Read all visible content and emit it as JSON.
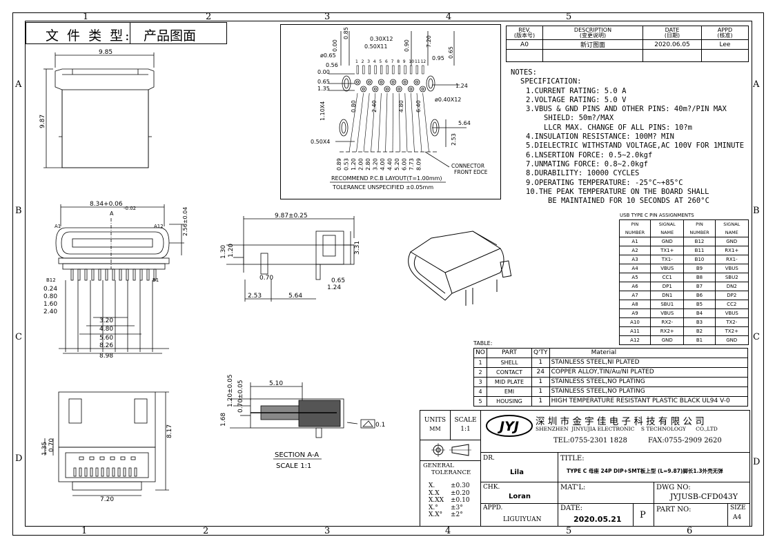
{
  "header": {
    "doc_type_label": "文 件 类 型:",
    "doc_type_value": "产品图面"
  },
  "zones": {
    "top": [
      "1",
      "2",
      "3",
      "4",
      "5"
    ],
    "bottom": [
      "1",
      "2",
      "3",
      "4",
      "5",
      "6"
    ],
    "left": [
      "A",
      "B",
      "C",
      "D"
    ],
    "right": [
      "A",
      "B",
      "C",
      "D"
    ]
  },
  "revision": {
    "headers": [
      "REV.\n(版本号)",
      "DESCRIPTION\n(变更说明)",
      "DATE\n(日期)",
      "APPD\n(核准)"
    ],
    "h_rev": "REV.",
    "h_rev_cn": "(版本号)",
    "h_desc": "DESCRIPTION",
    "h_desc_cn": "(变更说明)",
    "h_date": "DATE",
    "h_date_cn": "(日期)",
    "h_appd": "APPD",
    "h_appd_cn": "(核准)",
    "rev": "A0",
    "desc": "新订图面",
    "date": "2020.06.05",
    "appd": "Lee"
  },
  "notes": {
    "title": "NOTES:",
    "spec": "SPECIFICATION:",
    "lines": [
      "1.CURRENT RATING: 5.0 A",
      "2.VOLTAGE RATING: 5.0 V",
      "3.VBUS & GND PINS AND OTHER PINS: 40m?/PIN MAX",
      "SHIELD: 50m?/MAX",
      "LLCR MAX. CHANGE OF ALL PINS: 10?m",
      "4.INSULATION RESISTANCE:  100M? MIN",
      "5.DIELECTRIC WITHSTAND VOLTAGE,AC 100V FOR 1MINUTE",
      "6.LNSERTION FORCE: 0.5~2.0kgf",
      "7.UNMATING FORCE: 0.8~2.0kgf",
      "8.DURABILITY: 10000 CYCLES",
      "9.OPERATING TEMPERATURE: -25°C~+85°C",
      "10.THE PEAK TEMPERATURE ON THE BOARD SHALL",
      "BE MAINTAINED FOR 10 SECONDS AT 260°C"
    ]
  },
  "pin_table": {
    "title": "USB TYPE C PIN ASSIGNMENTS",
    "headers": [
      "PIN NUMBER",
      "SIGNAL NAME",
      "PIN NUMBER",
      "SIGNAL NAME"
    ],
    "rows": [
      [
        "A1",
        "GND",
        "B12",
        "GND"
      ],
      [
        "A2",
        "TX1+",
        "B11",
        "RX1+"
      ],
      [
        "A3",
        "TX1-",
        "B10",
        "RX1-"
      ],
      [
        "A4",
        "VBUS",
        "B9",
        "VBUS"
      ],
      [
        "A5",
        "CC1",
        "B8",
        "SBU2"
      ],
      [
        "A6",
        "DP1",
        "B7",
        "DN2"
      ],
      [
        "A7",
        "DN1",
        "B6",
        "DP2"
      ],
      [
        "A8",
        "SBU1",
        "B5",
        "CC2"
      ],
      [
        "A9",
        "VBUS",
        "B4",
        "VBUS"
      ],
      [
        "A10",
        "RX2-",
        "B3",
        "TX2-"
      ],
      [
        "A11",
        "RX2+",
        "B2",
        "TX2+"
      ],
      [
        "A12",
        "GND",
        "B1",
        "GND"
      ]
    ]
  },
  "material_table": {
    "label": "TABLE:",
    "headers": [
      "NO",
      "PART",
      "Q'TY",
      "Material"
    ],
    "rows": [
      [
        "1",
        "SHELL",
        "1",
        "STAINLESS STEEL,NI PLATED"
      ],
      [
        "2",
        "CONTACT",
        "24",
        "COPPER ALLOY,TIN/Au/NI PLATED"
      ],
      [
        "3",
        "MID PLATE",
        "1",
        "STAINLESS STEEL,NO PLATING"
      ],
      [
        "4",
        "EMI",
        "1",
        "STAINLESS STEEL,NO PLATING"
      ],
      [
        "5",
        "HOUSING",
        "1",
        "HIGH TEMPERATURE RESISTANT PLASTIC BLACK UL94 V-0"
      ]
    ]
  },
  "title_block": {
    "units_label": "UNITS",
    "units_value": "MM",
    "scale_label": "SCALE",
    "scale_value": "1:1",
    "logo": "JYJ",
    "company_cn": "深 圳 市 金 宇 佳 电 子 科 技 有 限 公 司",
    "company_en": "SHENZHEN  JINYUJIA ELECTRONIC    S TECHNOLOGY      CO.,LTD",
    "tel": "TEL:0755-2301 1828",
    "fax": "FAX:0755-2909 2620",
    "dr_label": "DR.",
    "dr": "Lila",
    "title_label": "TITLE:",
    "title": "TYPE C 母座 24P DIP+SMT板上型 (L=9.87)脚长1.3外壳无弹",
    "gen_tol": "GENERAL",
    "gen_tol2": "TOLERANCE",
    "tolerances": [
      [
        "X.",
        "±0.30"
      ],
      [
        "X.X",
        "±0.20"
      ],
      [
        "X.XX",
        "±0.10"
      ],
      [
        "X.°",
        "±3°"
      ],
      [
        "X.X°",
        "±2°"
      ]
    ],
    "chk_label": "CHK.",
    "chk": "Loran",
    "mat_label": "MAT'L:",
    "dwg_label": "DWG NO:",
    "dwg": "JYJUSB-CFD043Y",
    "appd_label": "APPD.",
    "appd": "LIGUIYUAN",
    "date_label": "DATE:",
    "date": "2020.05.21",
    "p": "P",
    "part_label": "PART NO:",
    "size_label": "SIZE",
    "size": "A4"
  },
  "pcb": {
    "caption1": "RECOMMEND P.C.B LAYOUT(T=1.00mm)",
    "caption2": "TOLERANCE  UNSPECIFIED  ±0.05mm",
    "connector_note1": "CONNECTOR",
    "connector_note2": "FRONT EDCE",
    "dims_top": [
      "0.00",
      "0.85",
      "0.30X12",
      "0.50X11",
      "0.90",
      "7.20",
      "0.95",
      "0.65"
    ],
    "dims_left": [
      "ø0.65",
      "0.56",
      "0.00",
      "0.65",
      "1.35",
      "1.10X4",
      "0.50X4"
    ],
    "dims_mid": [
      "0.80",
      "2.40",
      "4.80",
      "6.40",
      "ø0.40X12",
      "1.24",
      "5.64",
      "2.53"
    ],
    "dims_bottom": [
      "0.89",
      "0.53",
      "1.20",
      "2.00",
      "2.80",
      "3.20",
      "4.00",
      "4.40",
      "5.20",
      "6.00",
      "7.73",
      "8.09"
    ],
    "pin_numbers": [
      "1",
      "2",
      "3",
      "4",
      "5",
      "6",
      "7",
      "8",
      "9",
      "10",
      "11",
      "12"
    ]
  },
  "front_view": {
    "dims": [
      "9.85",
      "9.87"
    ]
  },
  "pin_view": {
    "dims": [
      "8.34+0.06",
      "-0.02",
      "2.56±0.04",
      "A",
      "A1",
      "A12",
      "B12",
      "B1",
      "0.24",
      "0.80",
      "1.60",
      "2.40",
      "3.20",
      "4.80",
      "5.60",
      "8.26",
      "8.98"
    ]
  },
  "side_view": {
    "dims": [
      "9.87±0.25",
      "1.30",
      "1.20",
      "3.31",
      "0.70",
      "0.65",
      "1.24",
      "2.53",
      "5.64"
    ]
  },
  "section_view": {
    "dims": [
      "5.10",
      "1.68",
      "1.20±0.05",
      "0.70±0.05",
      "0.1"
    ],
    "caption": "SECTION A-A",
    "scale": "SCALE 1:1"
  },
  "bottom_view": {
    "dims": [
      "1.35",
      "0.70",
      "8.17",
      "7.20"
    ]
  }
}
